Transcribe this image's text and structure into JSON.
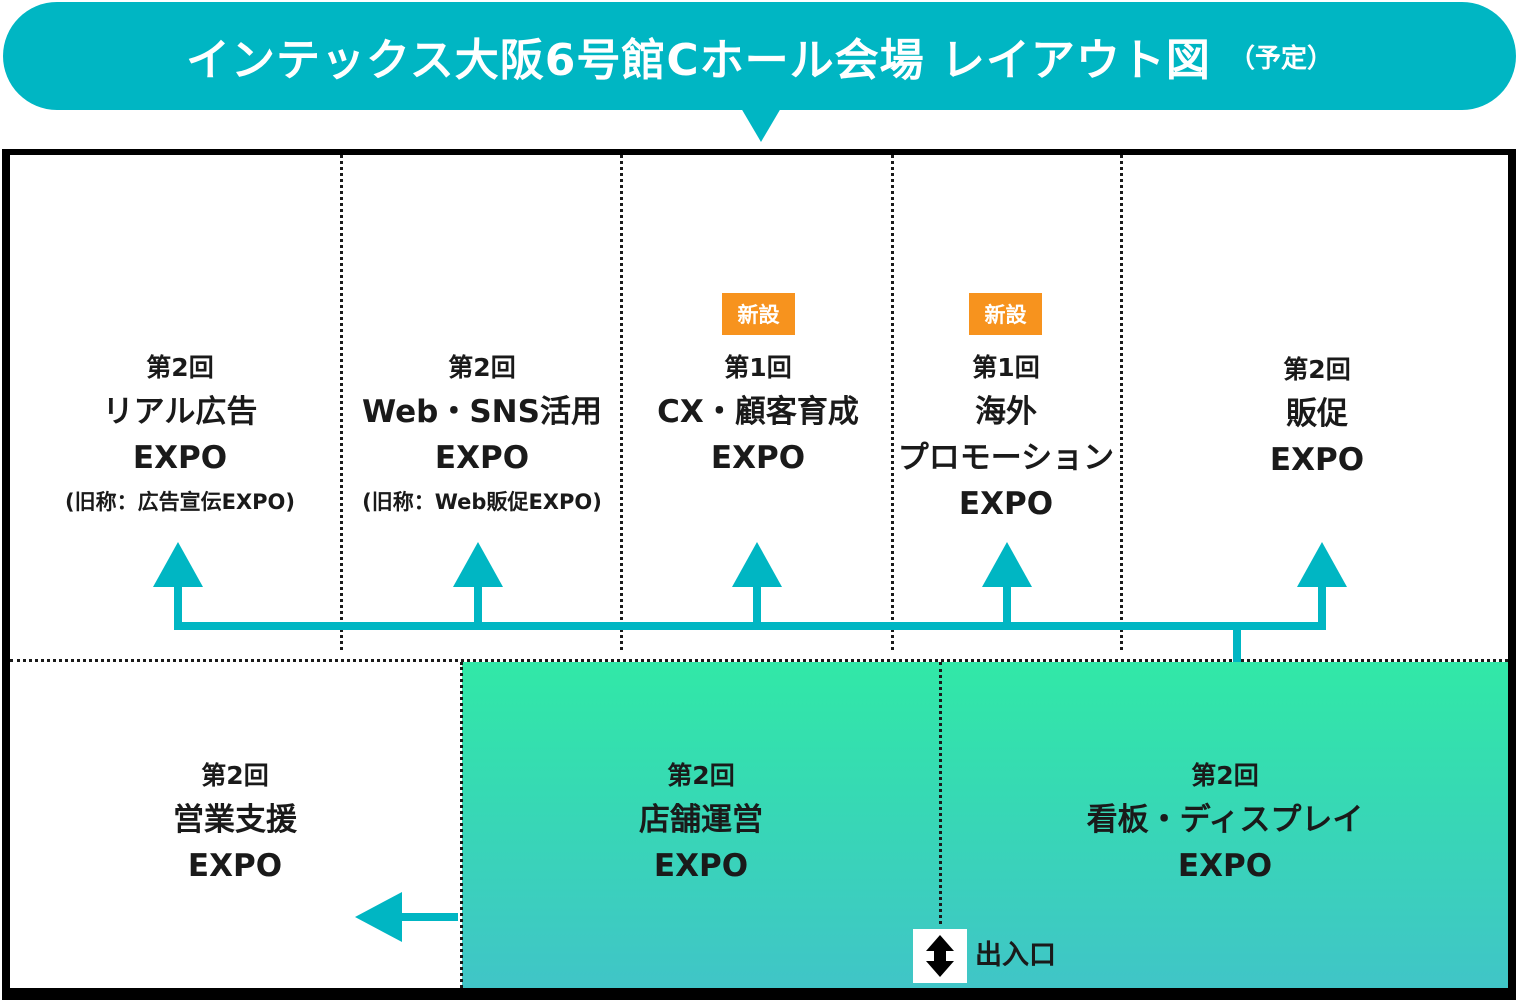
{
  "title": {
    "main": "インテックス大阪6号館Cホール会場 レイアウト図",
    "sub": "（予定）"
  },
  "booths": {
    "real_ad": {
      "edition": "第2回",
      "name": "リアル広告",
      "expo": "EXPO",
      "former": "(旧称：広告宣伝EXPO)"
    },
    "web_sns": {
      "edition": "第2回",
      "name": "Web・SNS活用",
      "expo": "EXPO",
      "former": "(旧称：Web販促EXPO)"
    },
    "cx": {
      "edition": "第1回",
      "name": "CX・顧客育成",
      "expo": "EXPO",
      "badge": "新設"
    },
    "overseas": {
      "edition": "第1回",
      "name_line1": "海外",
      "name_line2": "プロモーション",
      "expo": "EXPO",
      "badge": "新設"
    },
    "sales_promo": {
      "edition": "第2回",
      "name": "販促",
      "expo": "EXPO"
    },
    "sales_support": {
      "edition": "第2回",
      "name": "営業支援",
      "expo": "EXPO"
    },
    "store_ops": {
      "edition": "第2回",
      "name": "店舗運営",
      "expo": "EXPO"
    },
    "signage": {
      "edition": "第2回",
      "name": "看板・ディスプレイ",
      "expo": "EXPO"
    }
  },
  "entrance": {
    "label": "出入口"
  },
  "colors": {
    "accent": "#00b6c3",
    "badge": "#f7931e",
    "zone_top": "#31e8a7",
    "zone_bottom": "#40c5c7",
    "border": "#000000"
  }
}
